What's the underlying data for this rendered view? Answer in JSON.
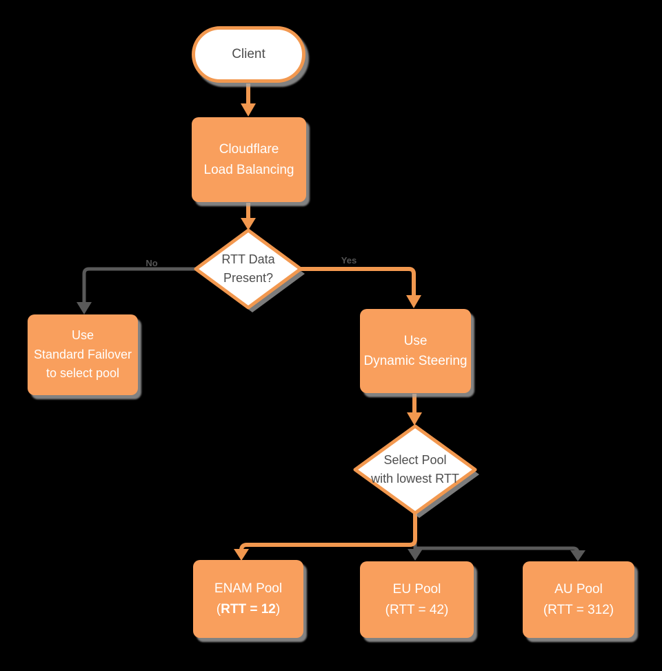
{
  "colors": {
    "background": "#000000",
    "node_orange": "#f99f5d",
    "border_orange": "#f2984f",
    "connector_orange": "#f2984f",
    "connector_gray": "#5a5a5a",
    "shadow_gray": "#a6a6a6",
    "text_dark": "#4d4d4d",
    "text_light": "#ffffff"
  },
  "nodes": {
    "client": {
      "label": "Client"
    },
    "load_balancer": {
      "line1": "Cloudflare",
      "line2": "Load Balancing"
    },
    "rtt_decision": {
      "line1": "RTT Data",
      "line2": "Present?"
    },
    "standard_failover": {
      "line1": "Use",
      "line2": "Standard Failover",
      "line3": "to select pool"
    },
    "dynamic_steering": {
      "line1": "Use",
      "line2": "Dynamic Steering"
    },
    "select_pool": {
      "line1": "Select Pool",
      "line2": "with lowest RTT"
    },
    "enam_pool": {
      "line1": "ENAM Pool",
      "paren_open": "(",
      "rtt_bold": "RTT = 12",
      "paren_close": ")"
    },
    "eu_pool": {
      "line1": "EU Pool",
      "line2": "(RTT = 42)"
    },
    "au_pool": {
      "line1": "AU Pool",
      "line2": "(RTT = 312)"
    }
  },
  "edges": {
    "no_label": "No",
    "yes_label": "Yes"
  }
}
